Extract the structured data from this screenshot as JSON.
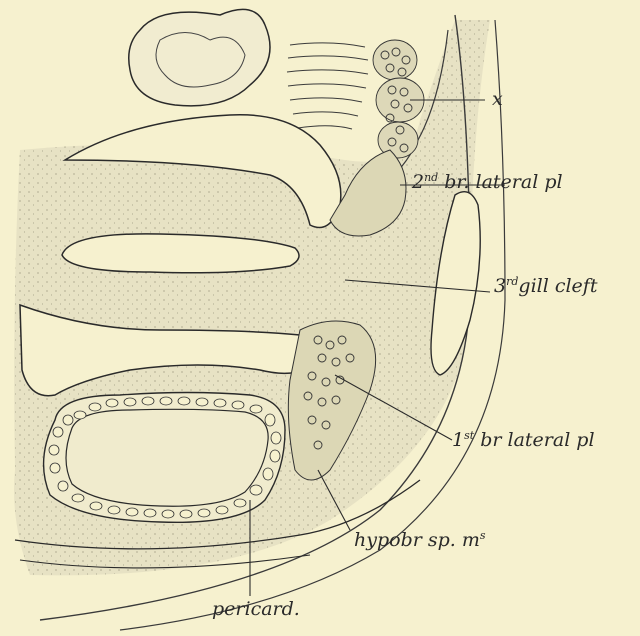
{
  "figure": {
    "labels": {
      "x": {
        "text": "x"
      },
      "second_lateral": {
        "ord": "2",
        "sup": "nd",
        "rest": " br. lateral pl"
      },
      "third_cleft": {
        "ord": "3",
        "sup": "rd",
        "rest": "gill cleft"
      },
      "first_lateral": {
        "ord": "1",
        "sup": "st",
        "rest": " br  lateral pl"
      },
      "hypobr": {
        "main": "hypobr  sp.  m",
        "sup": "s"
      },
      "pericard": {
        "text": "pericard."
      }
    },
    "colors": {
      "paper": "#f6f1cf",
      "tissue": "#e7e2c4",
      "ink": "#2a2a2a"
    }
  }
}
